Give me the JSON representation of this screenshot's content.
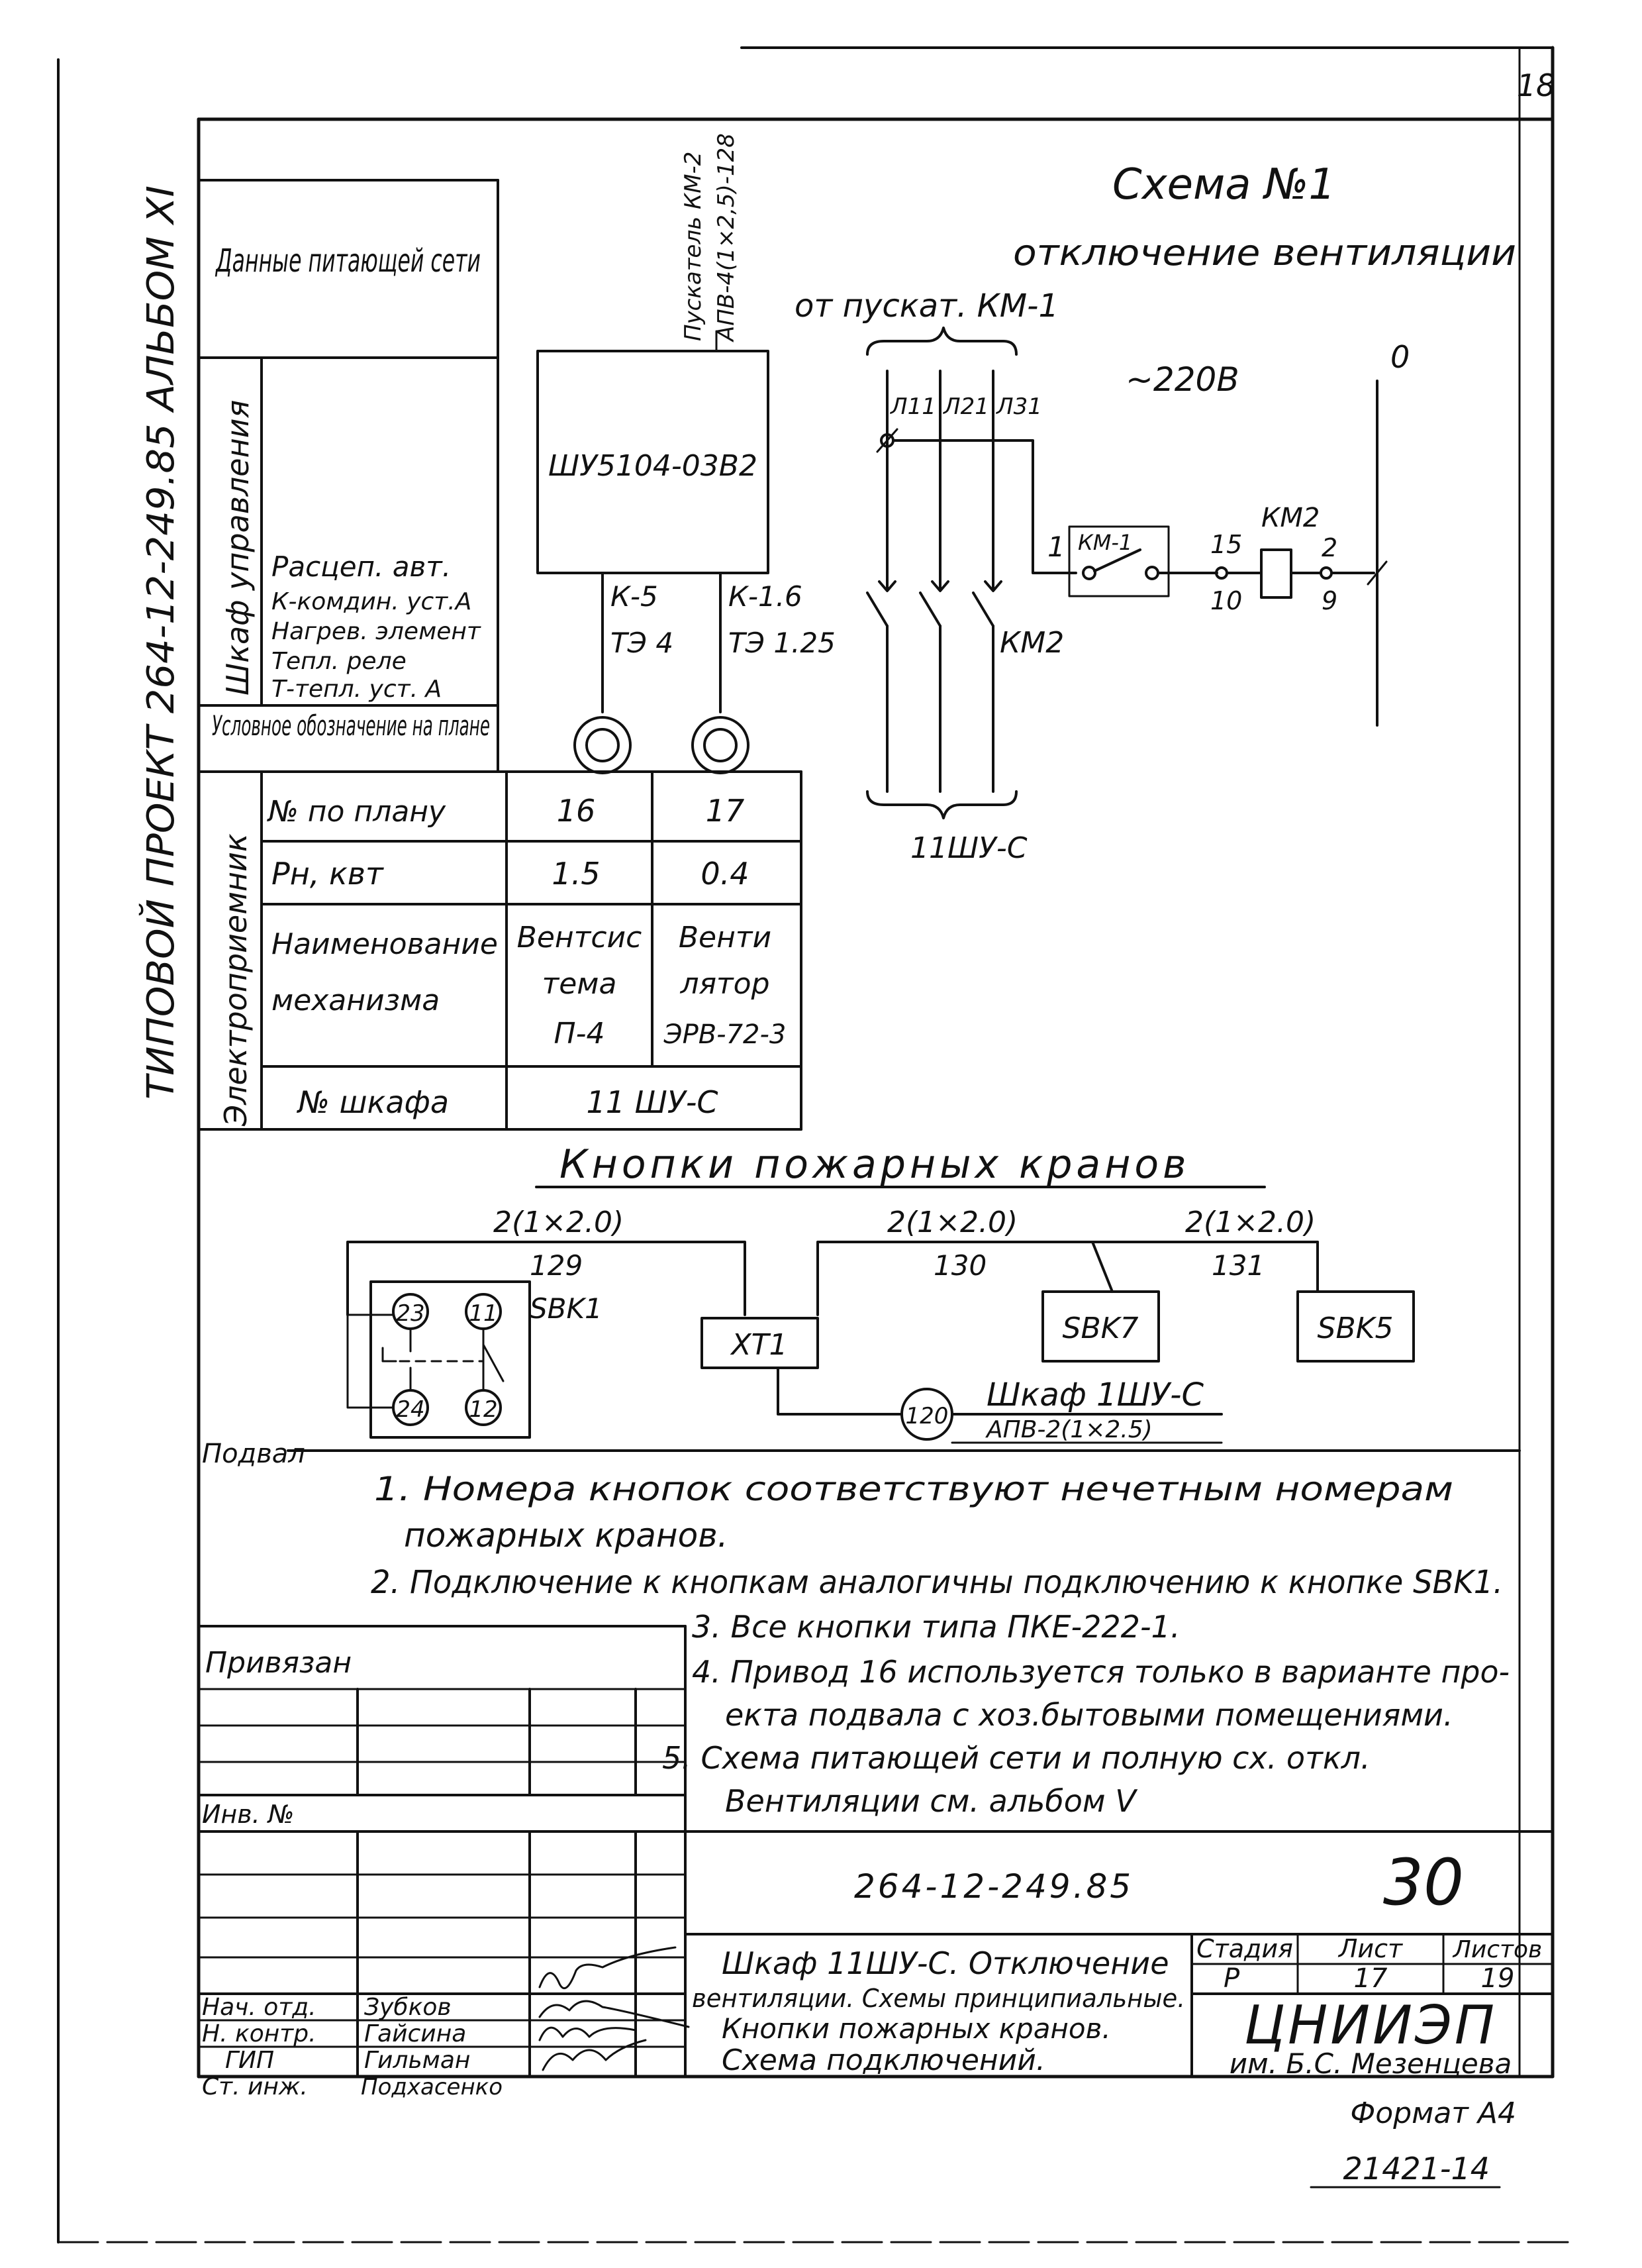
{
  "sheet": {
    "page_number": "18",
    "side_stamp": "ТИПОВОЙ ПРОЕКТ 264-12-249.85 АЛЬБОМ XI",
    "format": "Формат А4",
    "bottom_number": "21421-14"
  },
  "scheme": {
    "title": "Схема №1",
    "subtitle": "отключение вентиляции",
    "source": "от пускат. КМ-1",
    "voltage": "~220В",
    "neutral": "0",
    "wires": [
      "Л11",
      "Л21",
      "Л31"
    ],
    "node1": "1",
    "contact": "КМ-1",
    "wire15": "15",
    "wire10": "10",
    "coil": "КМ2",
    "wire2": "2",
    "wire9": "9",
    "breaker": "КМ2",
    "cabinet": "11ШУ-С"
  },
  "supply": {
    "header": "Данные питающей сети",
    "cable_label": "Пускатель КМ-2",
    "cable_spec": "АПВ-4(1×2,5)-128",
    "cabinet_label": "Шкаф управления",
    "cabinet_type": "ШУ5104-03В2",
    "legend": [
      "Расцеп. авт.",
      "К-комдин. уст.А",
      "Нагрев. элемент",
      "Тепл. реле",
      "Т-тепл. уст. А"
    ],
    "feeders": [
      {
        "k": "К-5",
        "te": "ТЭ 4"
      },
      {
        "k": "К-1.6",
        "te": "ТЭ 1.25"
      }
    ],
    "plan_symbol": "Условное обозначение на плане"
  },
  "consumer": {
    "group_label": "Электроприемник",
    "rows": {
      "number": "№ по плану",
      "power": "Рн, квт",
      "name": "Наименование механизма",
      "cabinet": "№ шкафа"
    },
    "values": [
      {
        "number": "16",
        "power": "1.5",
        "name": [
          "Вентсис",
          "тема",
          "П-4"
        ]
      },
      {
        "number": "17",
        "power": "0.4",
        "name": [
          "Венти",
          "лятор",
          "ЭРВ-72-3"
        ]
      }
    ],
    "cabinet": "11 ШУ-С"
  },
  "buttons": {
    "title": "Кнопки пожарных кранов",
    "cable1": "2(1×2.0)",
    "num1": "129",
    "cable2": "2(1×2.0)",
    "num2": "130",
    "cable3": "2(1×2.0)",
    "num3": "131",
    "btn1": "SBK1",
    "terminals": [
      "23",
      "11",
      "24",
      "12"
    ],
    "terminal_block": "XT1",
    "btn7": "SBK7",
    "btn5": "SBK5",
    "circle": "120",
    "cabinet": "Шкаф 1ШУ-С",
    "cable_feed": "АПВ-2(1×2.5)",
    "section": "Подвал"
  },
  "notes": [
    "1. Номера кнопок соответствуют нечетным номерам",
    "пожарных кранов.",
    "2. Подключение к кнопкам аналогичны подключению к кнопке SBK1.",
    "3. Все кнопки типа ПКЕ-222-1.",
    "4. Привод 16 используется только в варианте про-",
    "екта подвала с хоз.бытовыми помещениями.",
    "5. Схема питающей сети и полную сх. откл.",
    "Вентиляции см. альбом V"
  ],
  "stamp": {
    "bound": "Привязан",
    "inv": "Инв. №",
    "doc_code": "264-12-249.85",
    "sheet_code": "30",
    "roles": [
      "Нач. отд.",
      "Н. контр.",
      "ГИП",
      "Ст. инж."
    ],
    "names": [
      "Зубков",
      "Гайсина",
      "Гильман",
      "Подхасенко"
    ],
    "title_lines": [
      "Шкаф 11ШУ-С. Отключение",
      "вентиляции. Схемы принципиальные.",
      "Кнопки пожарных кранов.",
      "Схема подключений."
    ],
    "stage_label": "Стадия",
    "sheet_label": "Лист",
    "sheets_label": "Листов",
    "stage": "Р",
    "sheet": "17",
    "sheets": "19",
    "org": "ЦНИИЭП",
    "org_sub": "им. Б.С. Мезенцева"
  }
}
